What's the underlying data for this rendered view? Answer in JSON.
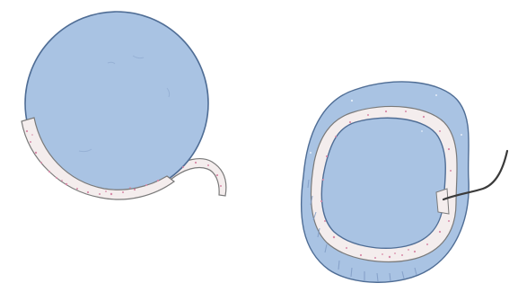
{
  "colors": {
    "background": "#ffffff",
    "cyst_fill": "#a9c3e3",
    "cyst_outline": "#4f6d95",
    "layer_fill": "#f4eded",
    "layer_outline": "#7a7a7a",
    "speckle": "#d88aa8",
    "shading": "#8ea9cf",
    "stalk_dark": "#3a3a3a"
  },
  "panels": [
    {
      "name": "left-illustration",
      "parts": [
        "round-body",
        "crescent-layer",
        "tail-stalk"
      ]
    },
    {
      "name": "right-illustration",
      "parts": [
        "outer-envelope",
        "light-ring-layer",
        "inner-body",
        "dark-stalk"
      ]
    }
  ]
}
